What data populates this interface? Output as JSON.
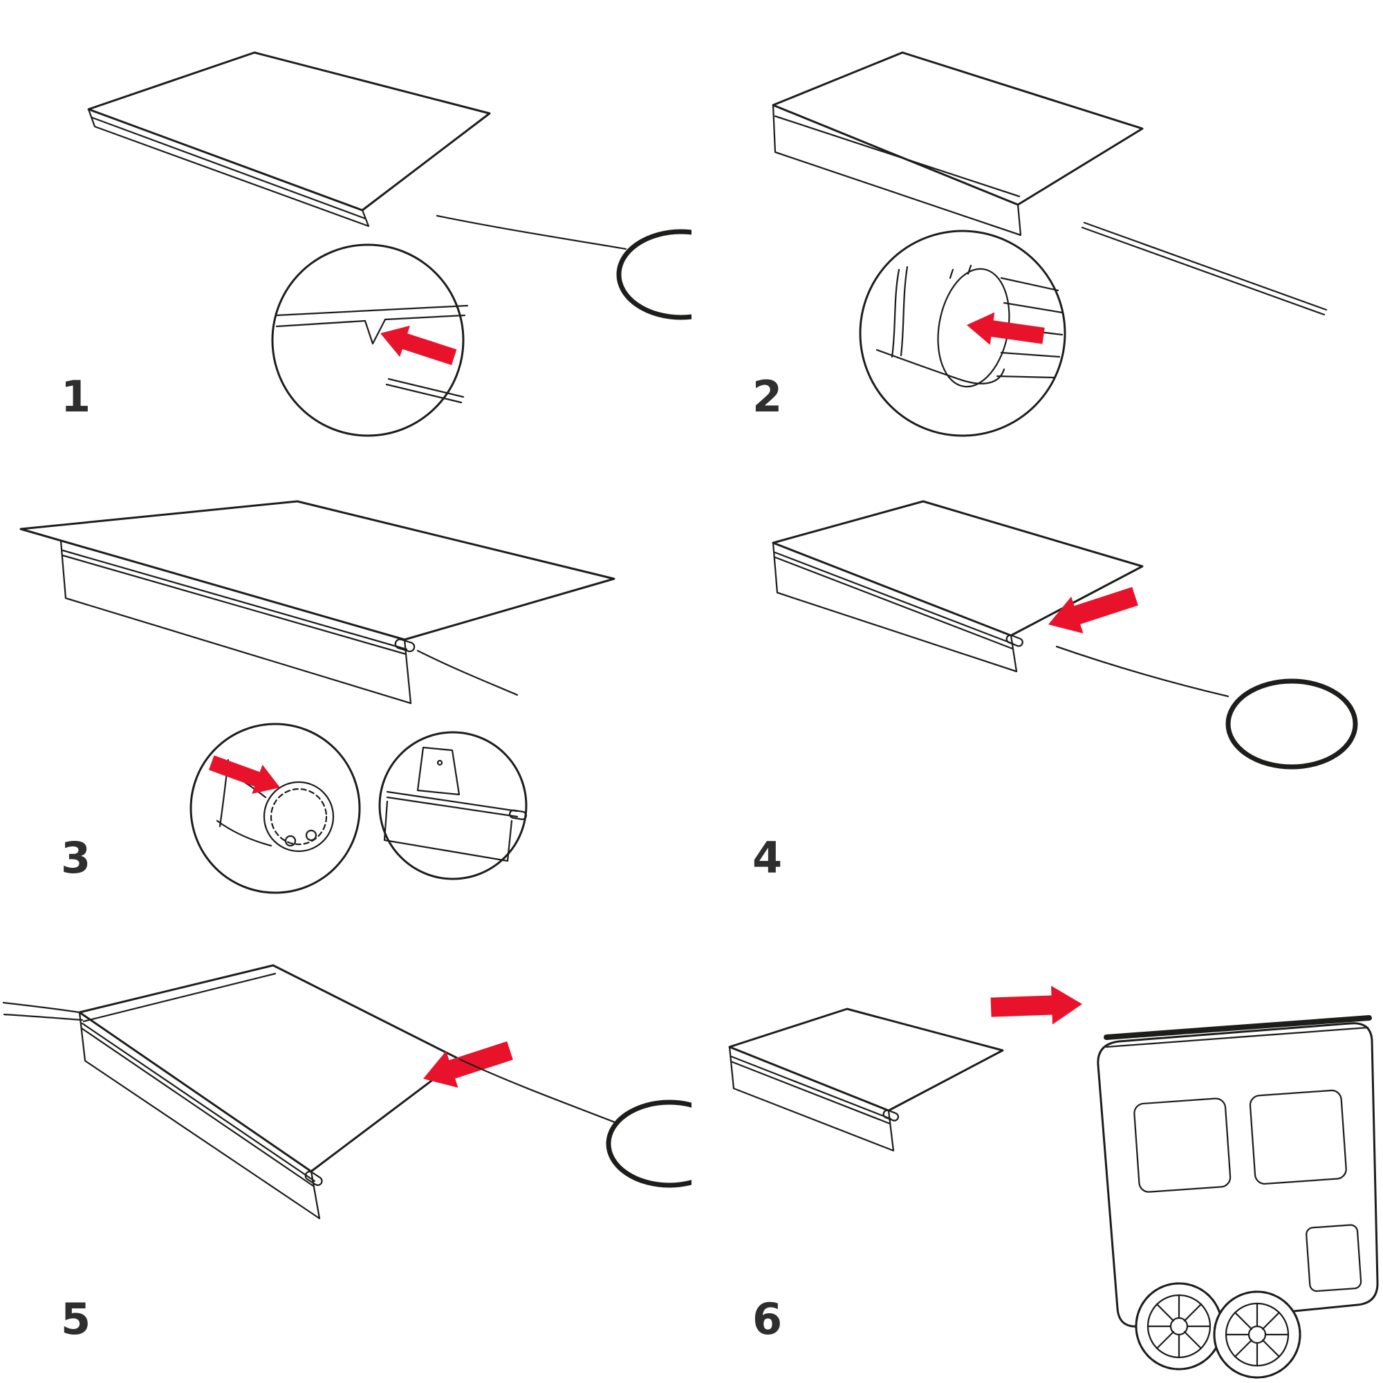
{
  "colors": {
    "line": "#1d1d1b",
    "accent": "#e8132b",
    "label": "#2e2e2e",
    "background": "#ffffff"
  },
  "steps": [
    {
      "number": "1"
    },
    {
      "number": "2"
    },
    {
      "number": "3"
    },
    {
      "number": "4"
    },
    {
      "number": "5"
    },
    {
      "number": "6"
    }
  ]
}
